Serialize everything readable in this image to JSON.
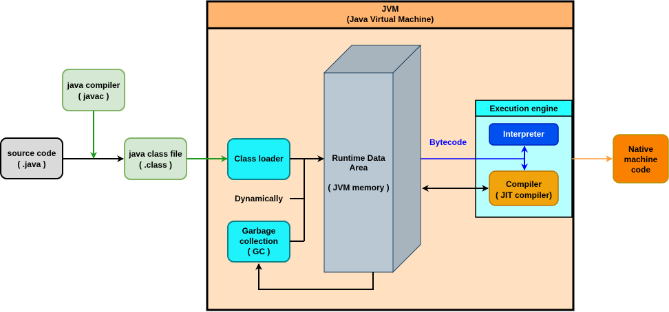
{
  "jvm": {
    "title_line1": "JVM",
    "title_line2": "(Java Virtual Machine)"
  },
  "nodes": {
    "source_code": {
      "line1": "source code",
      "line2": "( .java )"
    },
    "java_compiler": {
      "line1": "java compiler",
      "line2": "( javac )"
    },
    "class_file": {
      "line1": "java class file",
      "line2": "( .class )"
    },
    "class_loader": {
      "line1": "Class loader"
    },
    "garbage_collection": {
      "line1": "Garbage",
      "line2": "collection",
      "line3": "( GC )"
    },
    "runtime_data_area": {
      "line1": "Runtime Data",
      "line2": "Area",
      "line3": "( JVM memory )"
    },
    "execution_engine": {
      "title": "Execution engine"
    },
    "interpreter": {
      "line1": "Interpreter"
    },
    "jit_compiler": {
      "line1": "Compiler",
      "line2": "( JIT compiler)"
    },
    "native_code": {
      "line1": "Native",
      "line2": "machine",
      "line3": "code"
    }
  },
  "edge_labels": {
    "dynamically": "Dynamically",
    "bytecode": "Bytecode"
  },
  "colors": {
    "jvm_header": "#ffb570",
    "jvm_body": "#ffe1c2",
    "green_box": "#d5e8d4",
    "green_stroke": "#82b366",
    "green_arrow": "#1d9a1d",
    "gray_box": "#dadada",
    "cyan_box": "#1ef3fb",
    "cyan_stroke": "#0e8088",
    "engine_bg": "#b7ffff",
    "engine_header": "#28ffff",
    "interpreter": "#0050ef",
    "jit": "#f0a30a",
    "native": "#fa8000",
    "cube_front": "#bac8d3",
    "cube_side": "#a7b4be",
    "bytecode_blue": "#0000ff",
    "native_arrow": "#ff9933"
  }
}
